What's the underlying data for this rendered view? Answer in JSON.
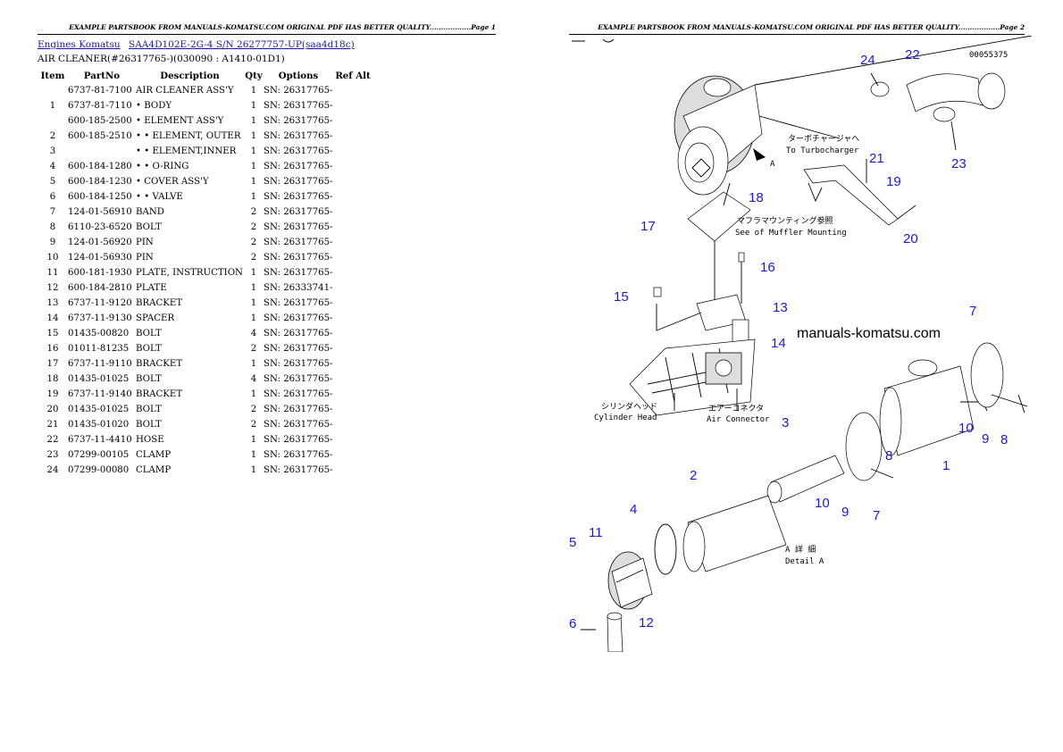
{
  "header": {
    "left_text": "EXAMPLE PARTSBOOK FROM MANUALS-KOMATSU.COM ORIGINAL PDF HAS BETTER QUALITY..................Page 1",
    "right_text": "EXAMPLE PARTSBOOK FROM MANUALS-KOMATSU.COM ORIGINAL PDF HAS BETTER QUALITY..................Page 2"
  },
  "breadcrumb": {
    "link1": "Engines Komatsu",
    "link2": "SAA4D102E-2G-4 S/N 26277757-UP(saa4d18c)"
  },
  "subtitle": "AIR CLEANER(#26317765-)(030090 : A1410-01D1)",
  "table": {
    "headers": {
      "item": "Item",
      "partno": "PartNo",
      "description": "Description",
      "qty": "Qty",
      "options": "Options",
      "refalt": "Ref Alt"
    },
    "rows": [
      {
        "item": "",
        "partno": "6737-81-7100",
        "description": "AIR CLEANER ASS'Y",
        "qty": "1",
        "options": "SN: 26317765-"
      },
      {
        "item": "1",
        "partno": "6737-81-7110",
        "description": "• BODY",
        "qty": "1",
        "options": "SN: 26317765-"
      },
      {
        "item": "",
        "partno": "600-185-2500",
        "description": "• ELEMENT ASS'Y",
        "qty": "1",
        "options": "SN: 26317765-"
      },
      {
        "item": "2",
        "partno": "600-185-2510",
        "description": "• • ELEMENT, OUTER",
        "qty": "1",
        "options": "SN: 26317765-"
      },
      {
        "item": "3",
        "partno": "",
        "description": "• • ELEMENT,INNER",
        "qty": "1",
        "options": "SN: 26317765-"
      },
      {
        "item": "4",
        "partno": "600-184-1280",
        "description": "• • O-RING",
        "qty": "1",
        "options": "SN: 26317765-"
      },
      {
        "item": "5",
        "partno": "600-184-1230",
        "description": "• COVER ASS'Y",
        "qty": "1",
        "options": "SN: 26317765-"
      },
      {
        "item": "6",
        "partno": "600-184-1250",
        "description": "• • VALVE",
        "qty": "1",
        "options": "SN: 26317765-"
      },
      {
        "item": "7",
        "partno": "124-01-56910",
        "description": "BAND",
        "qty": "2",
        "options": "SN: 26317765-"
      },
      {
        "item": "8",
        "partno": "6110-23-6520",
        "description": "BOLT",
        "qty": "2",
        "options": "SN: 26317765-"
      },
      {
        "item": "9",
        "partno": "124-01-56920",
        "description": "PIN",
        "qty": "2",
        "options": "SN: 26317765-"
      },
      {
        "item": "10",
        "partno": "124-01-56930",
        "description": "PIN",
        "qty": "2",
        "options": "SN: 26317765-"
      },
      {
        "item": "11",
        "partno": "600-181-1930",
        "description": "PLATE, INSTRUCTION",
        "qty": "1",
        "options": "SN: 26317765-"
      },
      {
        "item": "12",
        "partno": "600-184-2810",
        "description": "PLATE",
        "qty": "1",
        "options": "SN: 26333741-"
      },
      {
        "item": "13",
        "partno": "6737-11-9120",
        "description": "BRACKET",
        "qty": "1",
        "options": "SN: 26317765-"
      },
      {
        "item": "14",
        "partno": "6737-11-9130",
        "description": "SPACER",
        "qty": "1",
        "options": "SN: 26317765-"
      },
      {
        "item": "15",
        "partno": "01435-00820",
        "description": "BOLT",
        "qty": "4",
        "options": "SN: 26317765-"
      },
      {
        "item": "16",
        "partno": "01011-81235",
        "description": "BOLT",
        "qty": "2",
        "options": "SN: 26317765-"
      },
      {
        "item": "17",
        "partno": "6737-11-9110",
        "description": "BRACKET",
        "qty": "1",
        "options": "SN: 26317765-"
      },
      {
        "item": "18",
        "partno": "01435-01025",
        "description": "BOLT",
        "qty": "4",
        "options": "SN: 26317765-"
      },
      {
        "item": "19",
        "partno": "6737-11-9140",
        "description": "BRACKET",
        "qty": "1",
        "options": "SN: 26317765-"
      },
      {
        "item": "20",
        "partno": "01435-01025",
        "description": "BOLT",
        "qty": "2",
        "options": "SN: 26317765-"
      },
      {
        "item": "21",
        "partno": "01435-01020",
        "description": "BOLT",
        "qty": "2",
        "options": "SN: 26317765-"
      },
      {
        "item": "22",
        "partno": "6737-11-4410",
        "description": "HOSE",
        "qty": "1",
        "options": "SN: 26317765-"
      },
      {
        "item": "23",
        "partno": "07299-00105",
        "description": "CLAMP",
        "qty": "1",
        "options": "SN: 26317765-"
      },
      {
        "item": "24",
        "partno": "07299-00080",
        "description": "CLAMP",
        "qty": "1",
        "options": "SN: 26317765-"
      }
    ]
  },
  "diagram": {
    "drawing_number": "00055375",
    "watermark": "manuals-komatsu.com",
    "labels": {
      "to_turbocharger_jp": "ターボチャージャへ",
      "to_turbocharger": "To Turbocharger",
      "muffler_jp": "マフラマウンティング参照",
      "muffler": "See of Muffler Mounting",
      "cylinder_head_jp": "シリンダヘッド",
      "cylinder_head": "Cylinder Head",
      "air_connector_jp": "エアーコネクタ",
      "air_connector": "Air Connector",
      "detail_jp": "A 詳 細",
      "detail": "Detail A",
      "view_a": "A"
    },
    "callouts": [
      "24",
      "22",
      "23",
      "21",
      "19",
      "18",
      "17",
      "20",
      "16",
      "15",
      "13",
      "14",
      "7",
      "10",
      "9",
      "8",
      "1",
      "3",
      "8",
      "10",
      "9",
      "7",
      "2",
      "4",
      "11",
      "5",
      "12",
      "6"
    ]
  }
}
